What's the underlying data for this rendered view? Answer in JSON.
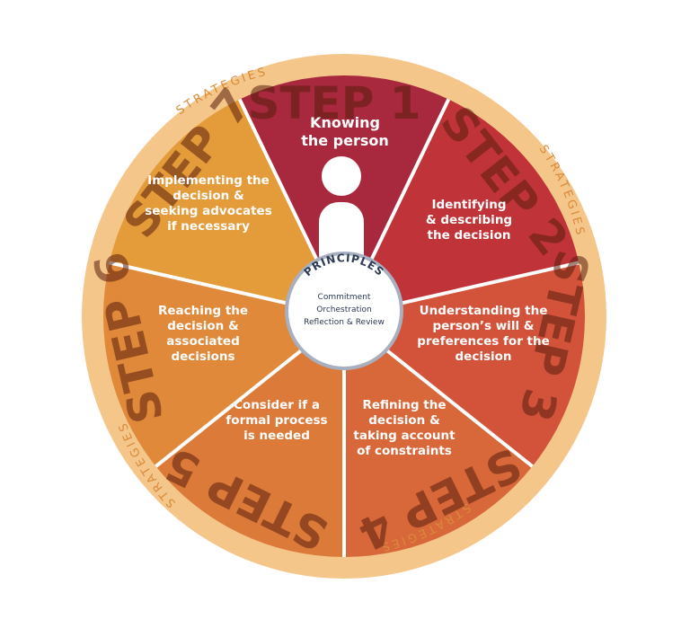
{
  "diagram": {
    "strategies_label": "STRATEGIES",
    "principles": {
      "title": "PRINCIPLES",
      "lines": [
        "Commitment",
        "Orchestration",
        "Reflection & Review"
      ]
    },
    "segments": [
      {
        "step": "STEP 1",
        "lines": [
          "Knowing",
          "the person"
        ],
        "color": "#a8283e"
      },
      {
        "step": "STEP 2",
        "lines": [
          "Identifying",
          "& describing",
          "the decision"
        ],
        "color": "#c03338"
      },
      {
        "step": "STEP 3",
        "lines": [
          "Understanding the",
          "person’s will &",
          "preferences for the",
          "decision"
        ],
        "color": "#d2533a"
      },
      {
        "step": "STEP 4",
        "lines": [
          "Refining the",
          "decision &",
          "taking account",
          "of constraints"
        ],
        "color": "#d8683a"
      },
      {
        "step": "STEP 5",
        "lines": [
          "Consider if a",
          "formal process",
          "is needed"
        ],
        "color": "#dc7a39"
      },
      {
        "step": "STEP 6",
        "lines": [
          "Reaching the",
          "decision &",
          "associated",
          "decisions"
        ],
        "color": "#e0893a"
      },
      {
        "step": "STEP 7",
        "lines": [
          "Implementing the",
          "decision &",
          "seeking advocates",
          "if necessary"
        ],
        "color": "#e49b3a"
      }
    ],
    "colors": {
      "outer_ring": "#f4c68a",
      "divider": "#ffffff",
      "hub": "#ffffff",
      "hub_ring": "#a8b0bf",
      "text_dark": "#2b3a55",
      "strategies_text": "#d98a3a"
    }
  }
}
